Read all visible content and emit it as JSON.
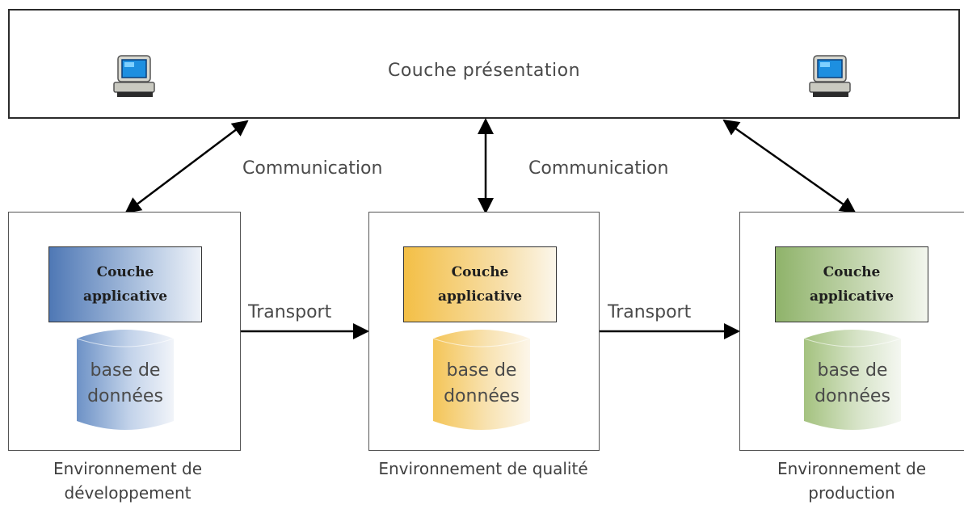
{
  "presentation": {
    "label": "Couche présentation"
  },
  "links": {
    "communication_left": "Communication",
    "communication_right": "Communication",
    "transport_left": "Transport",
    "transport_right": "Transport"
  },
  "environments": [
    {
      "layer": "Couche applicative",
      "db": "base de données",
      "caption": "Environnement de développement",
      "accent": "#4f78b5"
    },
    {
      "layer": "Couche applicative",
      "db": "base de données",
      "caption": "Environnement de qualité",
      "accent": "#f3c04a"
    },
    {
      "layer": "Couche applicative",
      "db": "base de données",
      "caption": "Environnement de production",
      "accent": "#8fb36a"
    }
  ],
  "icons": [
    "computer-icon",
    "computer-icon"
  ]
}
